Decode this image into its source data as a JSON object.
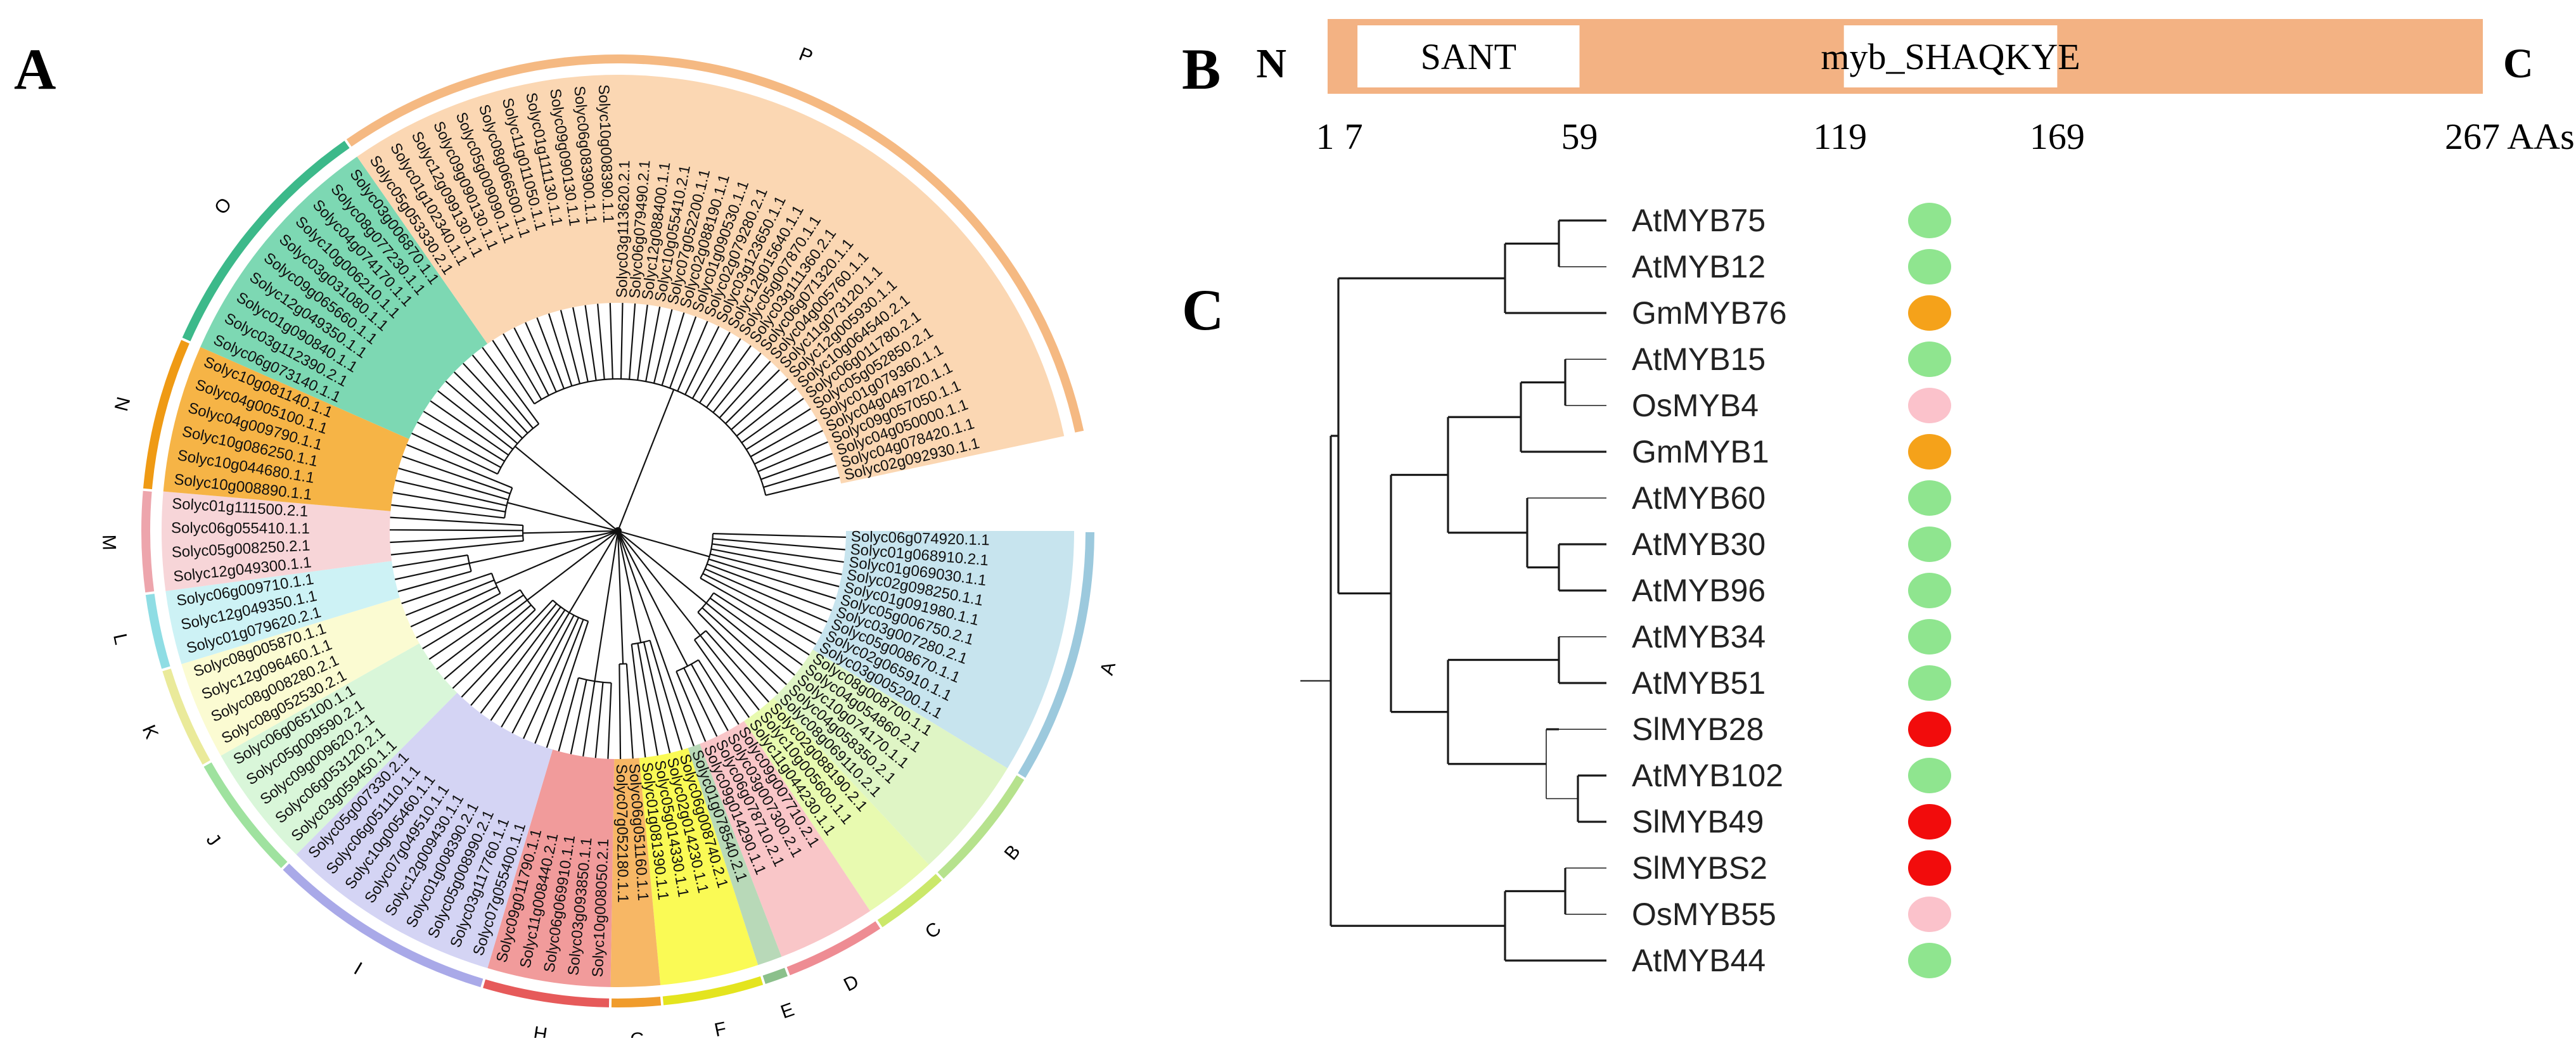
{
  "panels": {
    "a": "A",
    "b": "B",
    "c": "C"
  },
  "circular_tree": {
    "clades": [
      {
        "name": "A",
        "color": "#c7e4ee",
        "ring": "#9cc9dd",
        "count": 10,
        "labels": [
          "Solyc06g074920.1.1",
          "Solyc01g068910.2.1",
          "Solyc01g069030.1.1",
          "Solyc02g098250.1.1",
          "Solyc01g091980.1.1",
          "Solyc05g006750.2.1",
          "Solyc03g007280.2.1",
          "Solyc05g008670.1.1",
          "Solyc02g065910.1.1",
          "Solyc03g005200.1.1"
        ]
      },
      {
        "name": "B",
        "color": "#dff5c5",
        "ring": "#b6e28d",
        "count": 5,
        "labels": [
          "Solyc08g008700.1.1",
          "Solyc04g054860.2.1",
          "Solyc10g074170.1.1",
          "Solyc04g058350.2.1",
          "Solyc08g069110.2.1"
        ]
      },
      {
        "name": "C",
        "color": "#e8fab0",
        "ring": "#cbe86a",
        "count": 3,
        "labels": [
          "Solyc02g088190.2.1",
          "Solyc10g005600.1.1",
          "Solyc11g044230.1.1"
        ]
      },
      {
        "name": "D",
        "color": "#f9c6c8",
        "ring": "#ee8c93",
        "count": 4,
        "labels": [
          "Solyc09g007710.2.1",
          "Solyc03g007300.2.1",
          "Solyc06g078710.2.1",
          "Solyc09g014290.1.1"
        ]
      },
      {
        "name": "E",
        "color": "#b8d9b8",
        "ring": "#8bc08b",
        "count": 1,
        "labels": [
          "Solyc01g078540.2.1"
        ]
      },
      {
        "name": "F",
        "color": "#fafa55",
        "ring": "#e4e41e",
        "count": 4,
        "labels": [
          "Solyc06g008740.2.1",
          "Solyc02g014230.1.1",
          "Solyc05g014330.1.1",
          "Solyc01g081390.1.1"
        ]
      },
      {
        "name": "G",
        "color": "#f7b765",
        "ring": "#f09c2c",
        "count": 2,
        "labels": [
          "Solyc06g051160.1.1",
          "Solyc07g052180.1.1"
        ]
      },
      {
        "name": "H",
        "color": "#f19b9b",
        "ring": "#e65a5a",
        "count": 5,
        "labels": [
          "Solyc10g008050.2.1",
          "Solyc03g093850.1.1",
          "Solyc06g069910.1.1",
          "Solyc11g008440.2.1",
          "Solyc09g011790.1.1"
        ]
      },
      {
        "name": "I",
        "color": "#d4d4f4",
        "ring": "#a9a9e8",
        "count": 9,
        "labels": [
          "Solyc07g055400.1.1",
          "Solyc03g117760.1.1",
          "Solyc05g008990.2.1",
          "Solyc01g008390.2.1",
          "Solyc12g009430.1.1",
          "Solyc07g049510.1.1",
          "Solyc10g005460.1.1",
          "Solyc06g051110.1.1",
          "Solyc05g007330.2.1"
        ]
      },
      {
        "name": "J",
        "color": "#d9f6d9",
        "ring": "#9fe29f",
        "count": 5,
        "labels": [
          "Solyc03g059450.1.1",
          "Solyc06g053120.2.1",
          "Solyc09g009620.2.1",
          "Solyc05g009590.2.1",
          "Solyc06g065100.1.1"
        ]
      },
      {
        "name": "K",
        "color": "#fbfbd2",
        "ring": "#eaea9a",
        "count": 4,
        "labels": [
          "Solyc08g052530.2.1",
          "Solyc08g008280.2.1",
          "Solyc12g096460.1.1",
          "Solyc08g005870.1.1"
        ]
      },
      {
        "name": "L",
        "color": "#cdf2f5",
        "ring": "#8fdde4",
        "count": 3,
        "labels": [
          "Solyc01g079620.2.1",
          "Solyc12g049350.1.1",
          "Solyc06g009710.1.1"
        ]
      },
      {
        "name": "M",
        "color": "#f7d5d8",
        "ring": "#eda5ac",
        "count": 4,
        "labels": [
          "Solyc12g049300.1.1",
          "Solyc05g008250.2.1",
          "Solyc06g055410.1.1",
          "Solyc01g111500.2.1"
        ]
      },
      {
        "name": "N",
        "color": "#f6b446",
        "ring": "#ef9a14",
        "count": 6,
        "labels": [
          "Solyc10g008890.1.1",
          "Solyc10g044680.1.1",
          "Solyc10g086250.1.1",
          "Solyc04g009790.1.1",
          "Solyc04g005100.1.1",
          "Solyc10g081140.1.1"
        ]
      },
      {
        "name": "O",
        "color": "#7dd8b3",
        "ring": "#3cb98a",
        "count": 10,
        "labels": [
          "Solyc06g073140.1.1",
          "Solyc03g112390.2.1",
          "Solyc01g090840.1.1",
          "Solyc12g049350.1.1",
          "Solyc09g065660.1.1",
          "Solyc03g031080.1.1",
          "Solyc10g006210.1.1",
          "Solyc04g074170.1.1",
          "Solyc08g077230.1.1",
          "Solyc03g006870.1.1"
        ]
      },
      {
        "name": "P",
        "color": "#fbd7b3",
        "ring": "#f5b982",
        "count": 36,
        "labels": [
          "Solyc05g053330.2.1",
          "Solyc01g102340.1.1",
          "Solyc12g099130.1.1",
          "Solyc09g090130.1.1",
          "Solyc05g009090.1.1",
          "Solyc08g066500.1.1",
          "Solyc11g011050.1.1",
          "Solyc01g111130.1.1",
          "Solyc09g090130.1.1",
          "Solyc06g083900.1.1",
          "Solyc10g008390.1.1",
          "Solyc03g113620.2.1",
          "Solyc06g079490.2.1",
          "Solyc12g088400.1.1",
          "Solyc10g055410.2.1",
          "Solyc07g052200.1.1",
          "Solyc02g088190.1.1",
          "Solyc01g090530.1.1",
          "Solyc02g079280.2.1",
          "Solyc03g123650.1.1",
          "Solyc12g015640.1.1",
          "Solyc05g007870.1.1",
          "Solyc03g111360.2.1",
          "Solyc06g071320.1.1",
          "Solyc04g005760.1.1",
          "Solyc11g073120.1.1",
          "Solyc12g005930.1.1",
          "Solyc10g064540.2.1",
          "Solyc06g011780.2.1",
          "Solyc05g052850.2.1",
          "Solyc01g079360.1.1",
          "Solyc04g049720.1.1",
          "Solyc09g057050.1.1",
          "Solyc04g050000.1.1",
          "Solyc04g078420.1.1",
          "Solyc02g092930.1.1"
        ]
      }
    ]
  },
  "domain_diagram": {
    "n_label": "N",
    "c_label": "C",
    "segments": [
      {
        "name": "SANT",
        "start": 7,
        "end": 59
      },
      {
        "name": "myb_SHAQKYE",
        "start": 119,
        "end": 169
      }
    ],
    "ticks": [
      "1",
      "7",
      "59",
      "119",
      "169",
      "267 AAs"
    ],
    "color": "#f3b283"
  },
  "species_tree": {
    "taxa": [
      {
        "name": "AtMYB75",
        "color": "#8fe58f"
      },
      {
        "name": "AtMYB12",
        "color": "#8fe58f"
      },
      {
        "name": "GmMYB76",
        "color": "#f5a21a"
      },
      {
        "name": "AtMYB15",
        "color": "#8fe58f"
      },
      {
        "name": "OsMYB4",
        "color": "#fbc2cb"
      },
      {
        "name": "GmMYB1",
        "color": "#f5a21a"
      },
      {
        "name": "AtMYB60",
        "color": "#8fe58f"
      },
      {
        "name": "AtMYB30",
        "color": "#8fe58f"
      },
      {
        "name": "AtMYB96",
        "color": "#8fe58f"
      },
      {
        "name": "AtMYB34",
        "color": "#8fe58f"
      },
      {
        "name": "AtMYB51",
        "color": "#8fe58f"
      },
      {
        "name": "SlMYB28",
        "color": "#f20c0c"
      },
      {
        "name": "AtMYB102",
        "color": "#8fe58f"
      },
      {
        "name": "SlMYB49",
        "color": "#f20c0c"
      },
      {
        "name": "SlMYBS2",
        "color": "#f20c0c"
      },
      {
        "name": "OsMYB55",
        "color": "#fbc2cb"
      },
      {
        "name": "AtMYB44",
        "color": "#8fe58f"
      }
    ]
  }
}
